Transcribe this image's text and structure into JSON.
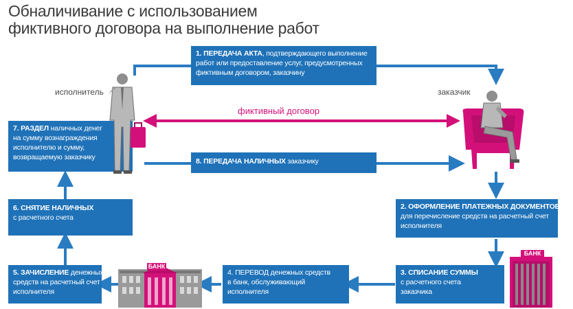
{
  "title": {
    "line1": "Обналичивание с использованием",
    "line2": "фиктивного договора на выполнение работ"
  },
  "roles": {
    "executor": "исполнитель",
    "customer": "заказчик"
  },
  "contract_label": "фиктивный договор",
  "bank_sign": "БАНК",
  "steps": {
    "s1": {
      "bold": "1. ПЕРЕДАЧА АКТА",
      "line1_rest": ", подтверждающего выполнение",
      "line2": "работ или предоставление услуг, предусмотренных",
      "line3": "фиктивным договором, заказчину"
    },
    "s2": {
      "bold": "2. ОФОРМЛЕНИЕ ПЛАТЕЖНЫХ ДОКУМЕНТОВ",
      "line2": "для перечисление средств на расчетный счет",
      "line3": "исполнителя"
    },
    "s3": {
      "bold": "3. СПИСАНИЕ СУММЫ",
      "line2": "с расчетного счета",
      "line3": "заказчика"
    },
    "s4": {
      "line1_prefix": "4. ПЕРЕВОД",
      "line1_rest": " денежных средств",
      "line2": "в банк, обслуживающий",
      "line3": "исполнителя"
    },
    "s5": {
      "bold": "5. ЗАЧИСЛЕНИЕ",
      "line1_rest": " денежных",
      "line2": "средств на расчетный счет",
      "line3": "исполнителя"
    },
    "s6": {
      "bold": "6. СНЯТИЕ НАЛИЧНЫХ",
      "line2": "с  расчетного счета"
    },
    "s7": {
      "bold": "7. РАЗДЕЛ",
      "line1_rest": " наличных денег",
      "line2": "на сумму вознаграждения",
      "line3": "исполнителю и сумму,",
      "line4": "возвращаемую заказчику"
    },
    "s8": {
      "bold": "8. ПЕРЕДАЧА НАЛИЧНЫХ",
      "line1_rest": " заказчику"
    }
  },
  "colors": {
    "box_blue": "#1f72b8",
    "arrow_blue": "#2a7cc1",
    "accent_magenta": "#d3107a",
    "building_gray": "#8c8c8c"
  },
  "icons": [
    "executor-figure-icon",
    "customer-figure-icon",
    "bank-building-left-icon",
    "bank-building-right-icon"
  ]
}
